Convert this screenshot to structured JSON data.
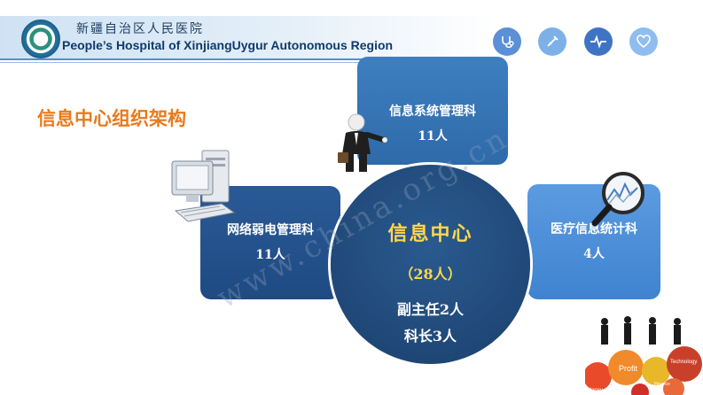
{
  "header": {
    "hospital_name_cn": "新疆自治区人民医院",
    "hospital_name_en": "People’s Hospital of XinjiangUygur Autonomous Region",
    "icons": [
      "stethoscope-icon",
      "syringe-icon",
      "heartbeat-icon",
      "heart-icon"
    ]
  },
  "page_title": "信息中心组织架构",
  "center": {
    "title": "信息中心",
    "count": "（28人）",
    "line1": "副主任2人",
    "line2": "科长3人"
  },
  "departments": {
    "top": {
      "name": "信息系统管理科",
      "count": "11人"
    },
    "left": {
      "name": "网络弱电管理科",
      "count": "11人"
    },
    "right": {
      "name": "医疗信息统计科",
      "count": "4人"
    }
  },
  "watermark": "www.china.org.cn",
  "clipart_labels": {
    "profit": "Profit",
    "technology": "Technology",
    "finance": "Finance",
    "money": "Money"
  },
  "colors": {
    "title_orange": "#e87a1c",
    "center_text_yellow": "#ffd84a",
    "box_blue": "#2f6aa9"
  }
}
